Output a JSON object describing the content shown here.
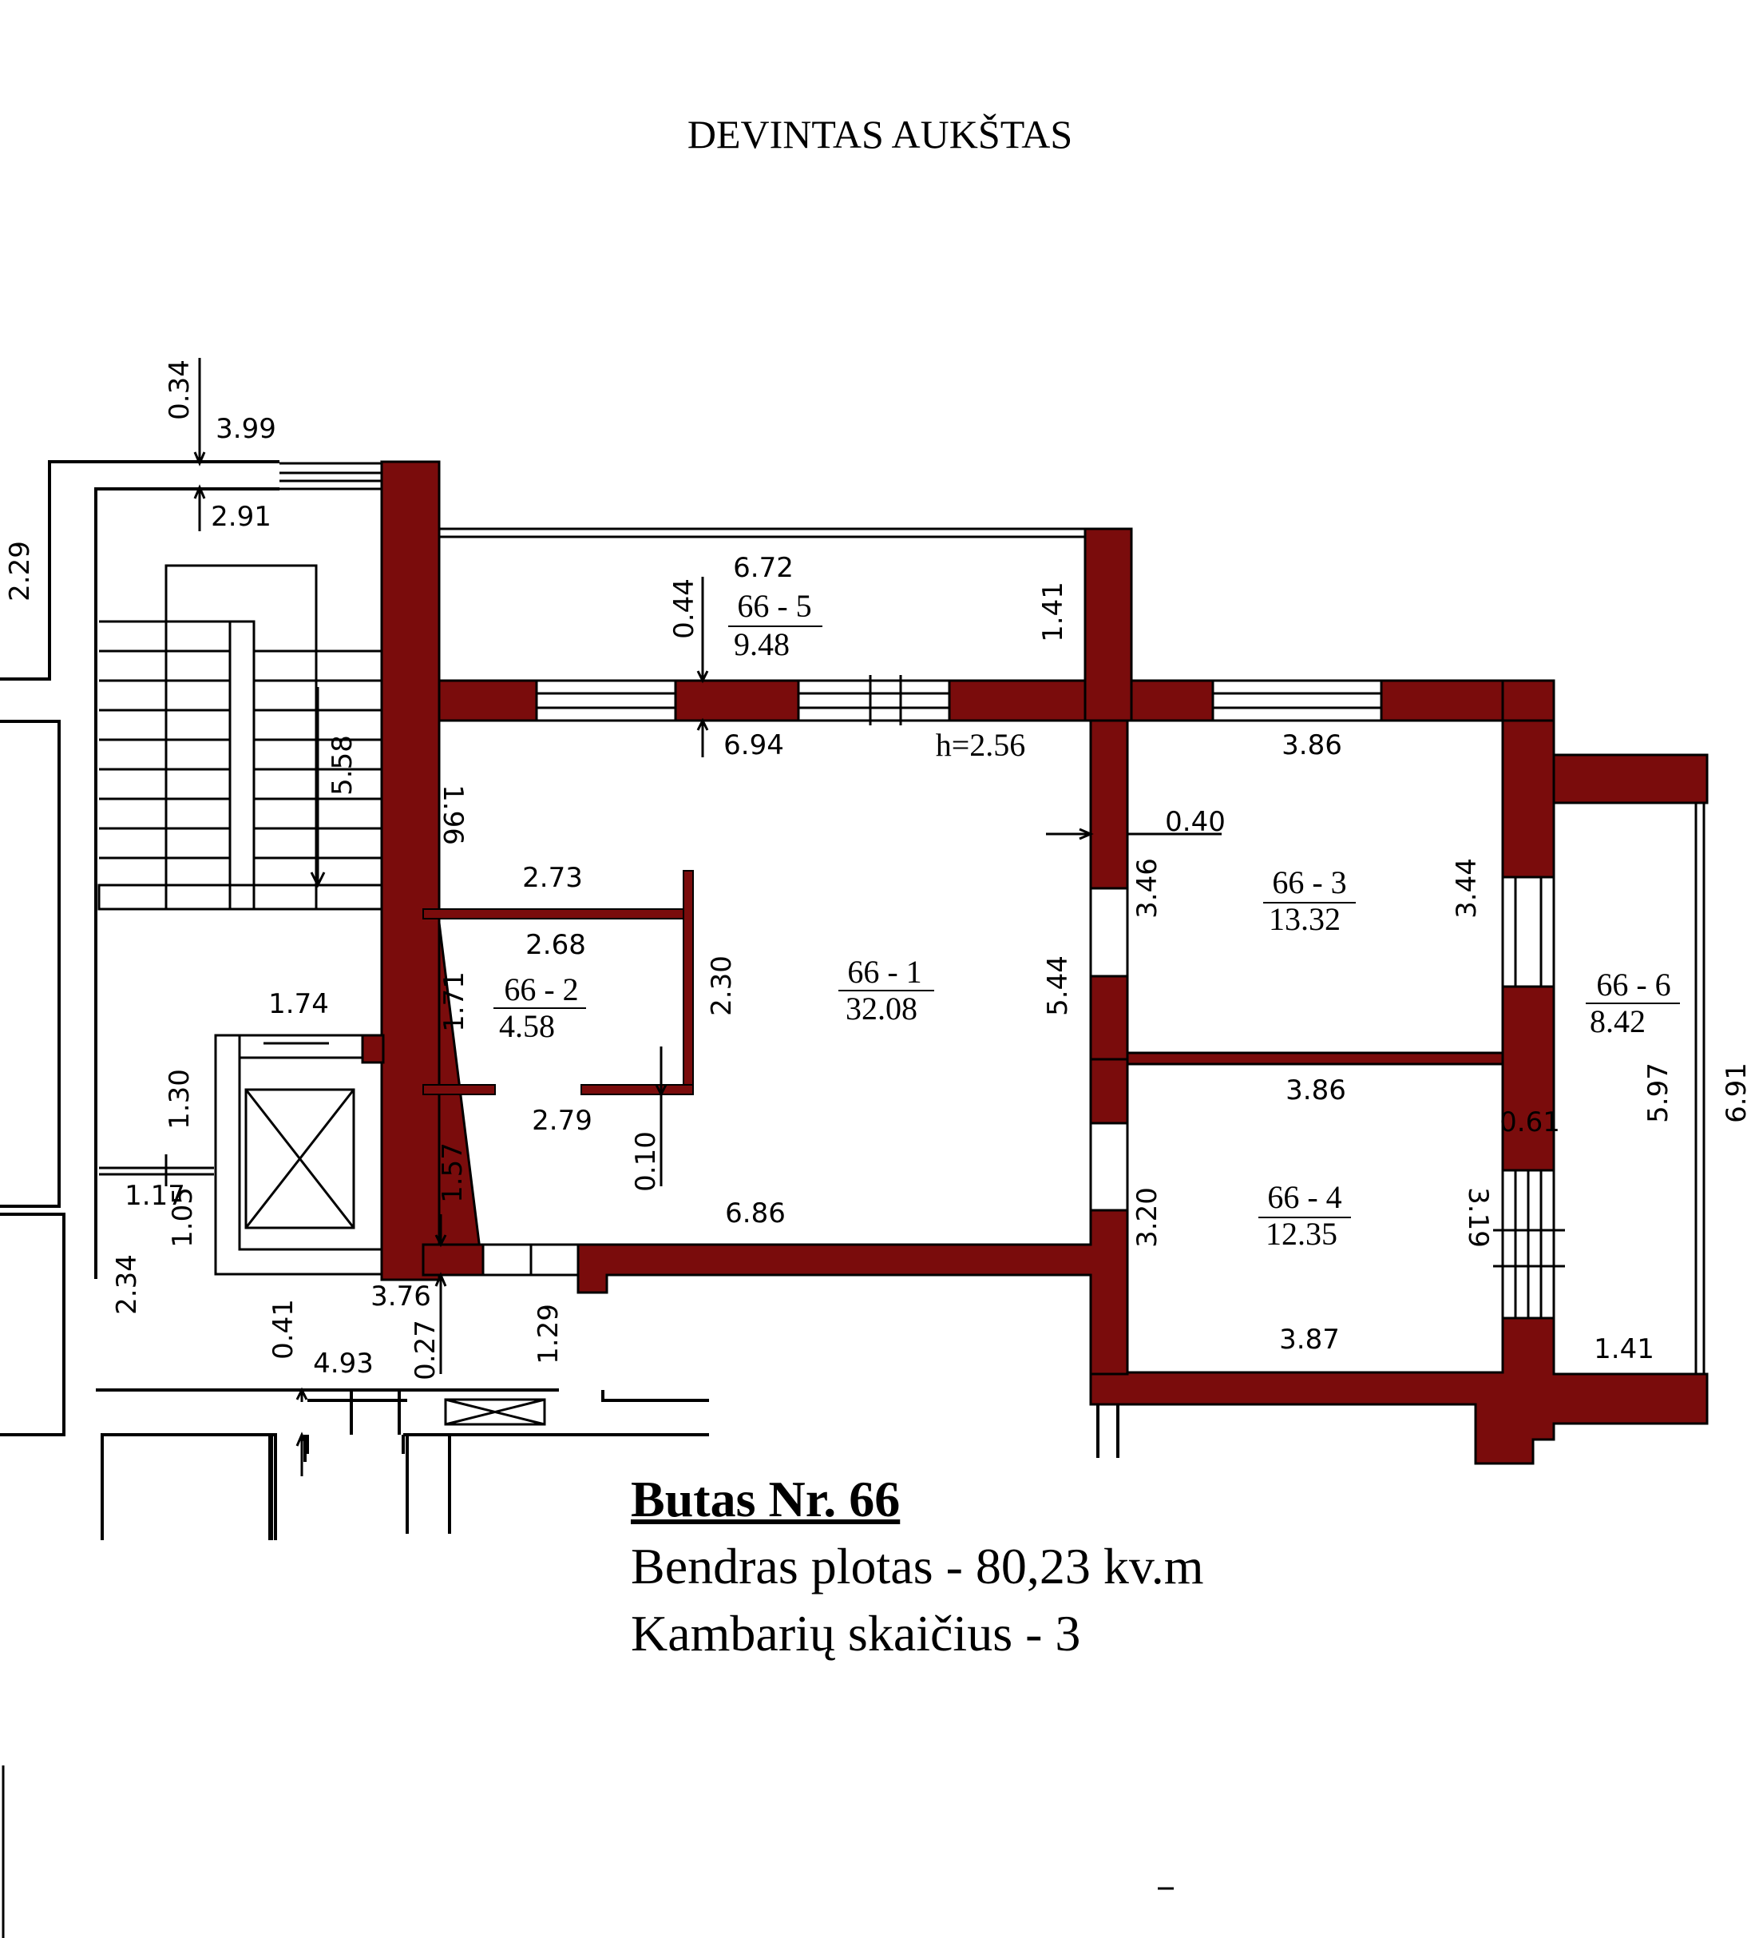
{
  "title": "DEVINTAS AUKŠTAS",
  "apartment": {
    "heading": "Butas Nr. 66",
    "total_area": "Bendras plotas - 80,23 kv.m",
    "room_count": "Kambarių skaičius - 3"
  },
  "ceiling_height": "h=2.56",
  "rooms": [
    {
      "id": "66 - 1",
      "area": "32.08"
    },
    {
      "id": "66 - 2",
      "area": "4.58"
    },
    {
      "id": "66 - 3",
      "area": "13.32"
    },
    {
      "id": "66 - 4",
      "area": "12.35"
    },
    {
      "id": "66 - 5",
      "area": "9.48"
    },
    {
      "id": "66 - 6",
      "area": "8.42"
    }
  ],
  "dimensions": {
    "d_0_34": "0.34",
    "d_3_99": "3.99",
    "d_2_91": "2.91",
    "d_2_29": "2.29",
    "d_6_72": "6.72",
    "d_0_44": "0.44",
    "d_1_41_top": "1.41",
    "d_6_94": "6.94",
    "d_3_86_top": "3.86",
    "d_5_58": "5.58",
    "d_1_96": "1.96",
    "d_0_40": "0.40",
    "d_2_73": "2.73",
    "d_3_46": "3.46",
    "d_3_44": "3.44",
    "d_2_68": "2.68",
    "d_2_30": "2.30",
    "d_5_44": "5.44",
    "d_1_71": "1.71",
    "d_1_74": "1.74",
    "d_3_86_mid": "3.86",
    "d_1_30": "1.30",
    "d_2_79": "2.79",
    "d_5_97": "5.97",
    "d_6_91": "6.91",
    "d_0_61": "0.61",
    "d_1_57": "1.57",
    "d_0_10": "0.10",
    "d_1_17": "1.17",
    "d_1_05": "1.05",
    "d_6_86": "6.86",
    "d_3_20": "3.20",
    "d_3_19": "3.19",
    "d_2_34": "2.34",
    "d_3_76": "3.76",
    "d_1_29": "1.29",
    "d_0_41": "0.41",
    "d_0_27": "0.27",
    "d_4_93": "4.93",
    "d_3_87": "3.87",
    "d_1_41_bottom": "1.41"
  },
  "colors": {
    "wall": "#7a0c0c",
    "line": "#000000",
    "background": "#ffffff"
  }
}
